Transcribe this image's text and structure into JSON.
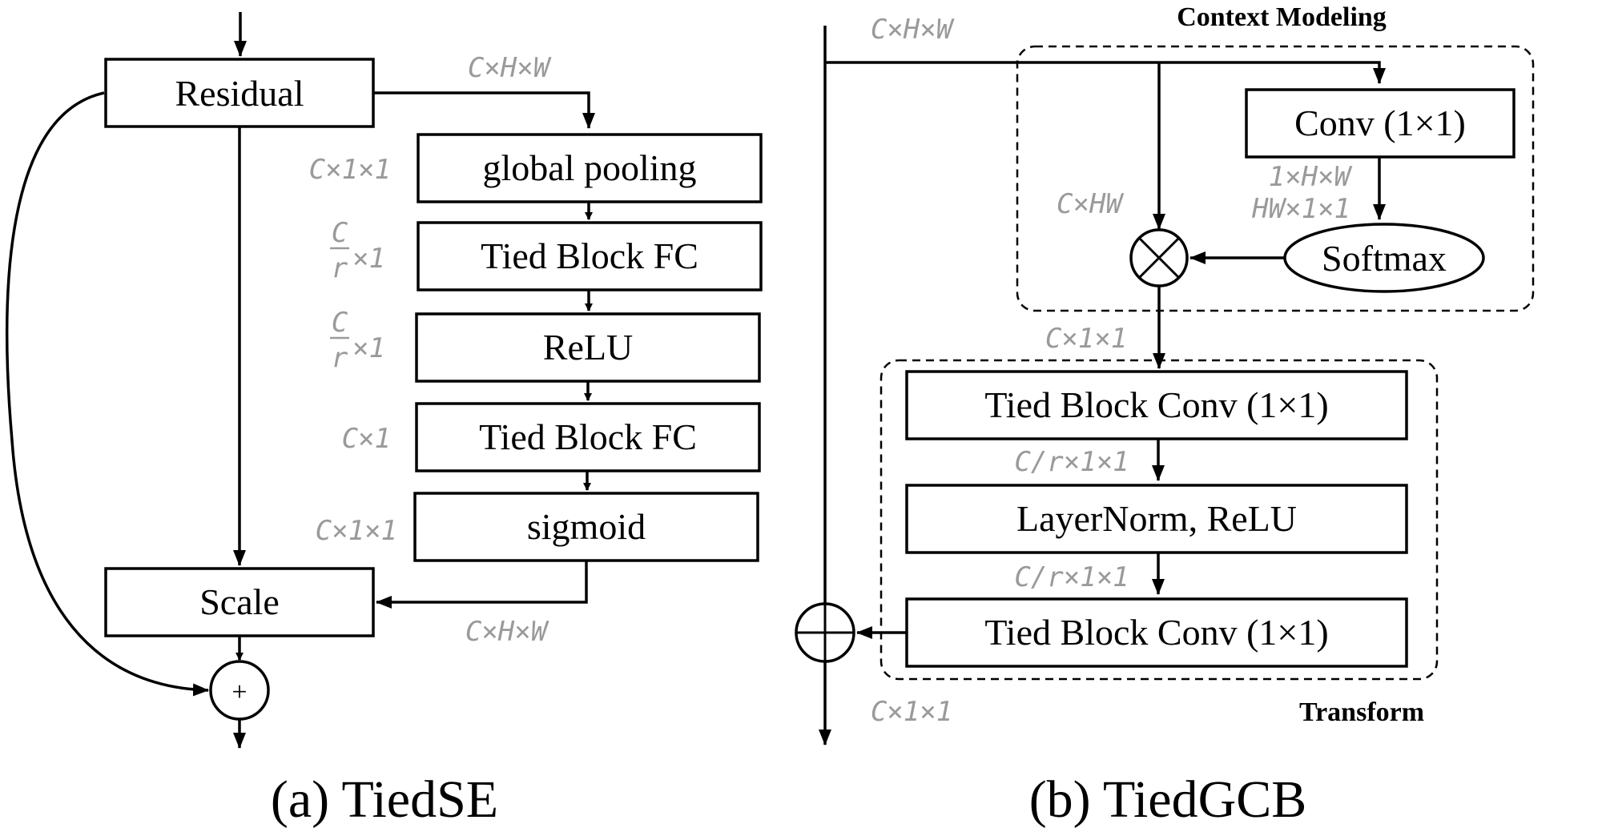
{
  "tiedse": {
    "residual": "Residual",
    "global_pooling": "global pooling",
    "fc1": "Tied Block FC",
    "relu": "ReLU",
    "fc2": "Tied Block FC",
    "sigmoid": "sigmoid",
    "scale": "Scale",
    "plus": "+",
    "dim_top": "C×H×W",
    "dim_pool": "C×1×1",
    "dim_fc1_num": "C",
    "dim_fc1_den": "r",
    "dim_fc1_tail": "×1",
    "dim_relu_num": "C",
    "dim_relu_den": "r",
    "dim_relu_tail": "×1",
    "dim_fc2": "C×1",
    "dim_sigmoid": "C×1×1",
    "dim_bottom": "C×H×W",
    "caption": "(a) TiedSE"
  },
  "tiedgcb": {
    "context_title": "Context Modeling",
    "conv": "Conv (1×1)",
    "softmax": "Softmax",
    "tbconv1": "Tied Block Conv (1×1)",
    "layernorm": "LayerNorm, ReLU",
    "tbconv2": "Tied Block Conv (1×1)",
    "transform_title": "Transform",
    "dim_top": "C×H×W",
    "dim_chw": "C×HW",
    "dim_conv1": "1×H×W",
    "dim_conv2": "HW×1×1",
    "dim_mid": "C×1×1",
    "dim_ln_in": "C/r×1×1",
    "dim_ln_out": "C/r×1×1",
    "dim_bottom": "C×1×1",
    "caption": "(b) TiedGCB"
  }
}
